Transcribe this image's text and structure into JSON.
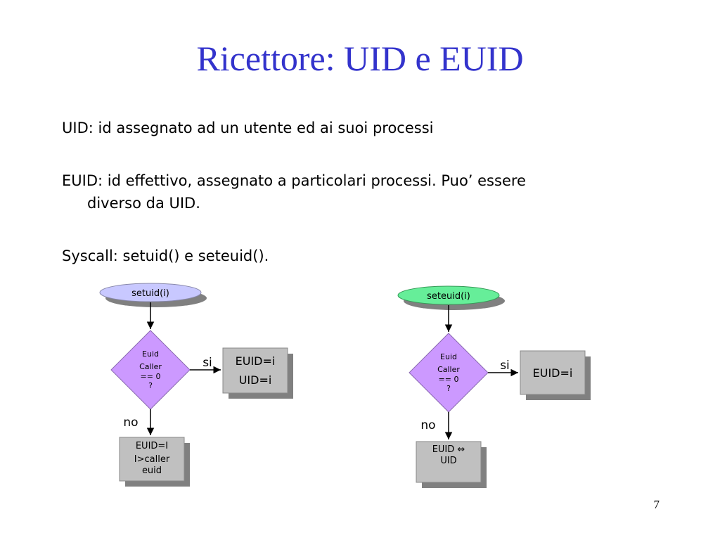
{
  "slide": {
    "title": "Ricettore: UID e EUID",
    "bullets": [
      {
        "line1": "UID: id assegnato ad un utente ed ai suoi processi",
        "line2": ""
      },
      {
        "line1": "EUID: id effettivo, assegnato a particolari processi. Puo’ essere",
        "line2": "diverso da UID."
      },
      {
        "line1": "Syscall: setuid() e seteuid().",
        "line2": ""
      }
    ],
    "page_number": "7"
  },
  "flowchart_left": {
    "start": "setuid(i)",
    "decision": [
      "Euid",
      "Caller",
      "== 0",
      "?"
    ],
    "yes_label": "si",
    "yes_box": [
      "EUID=i",
      "UID=i"
    ],
    "no_label": "no",
    "no_box": [
      "EUID=I",
      "I>caller",
      "euid"
    ]
  },
  "flowchart_right": {
    "start": "seteuid(i)",
    "decision": [
      "Euid",
      "Caller",
      "== 0",
      "?"
    ],
    "yes_label": "si",
    "yes_box": [
      "EUID=i"
    ],
    "no_label": "no",
    "no_box": [
      "EUID ⇔",
      "UID"
    ]
  },
  "colors": {
    "title": "#3333cc",
    "left_start": "#c8c8ff",
    "right_start": "#66ee99",
    "decision": "#cc99ff",
    "process": "#c0c0c0",
    "shadow": "#808080"
  }
}
